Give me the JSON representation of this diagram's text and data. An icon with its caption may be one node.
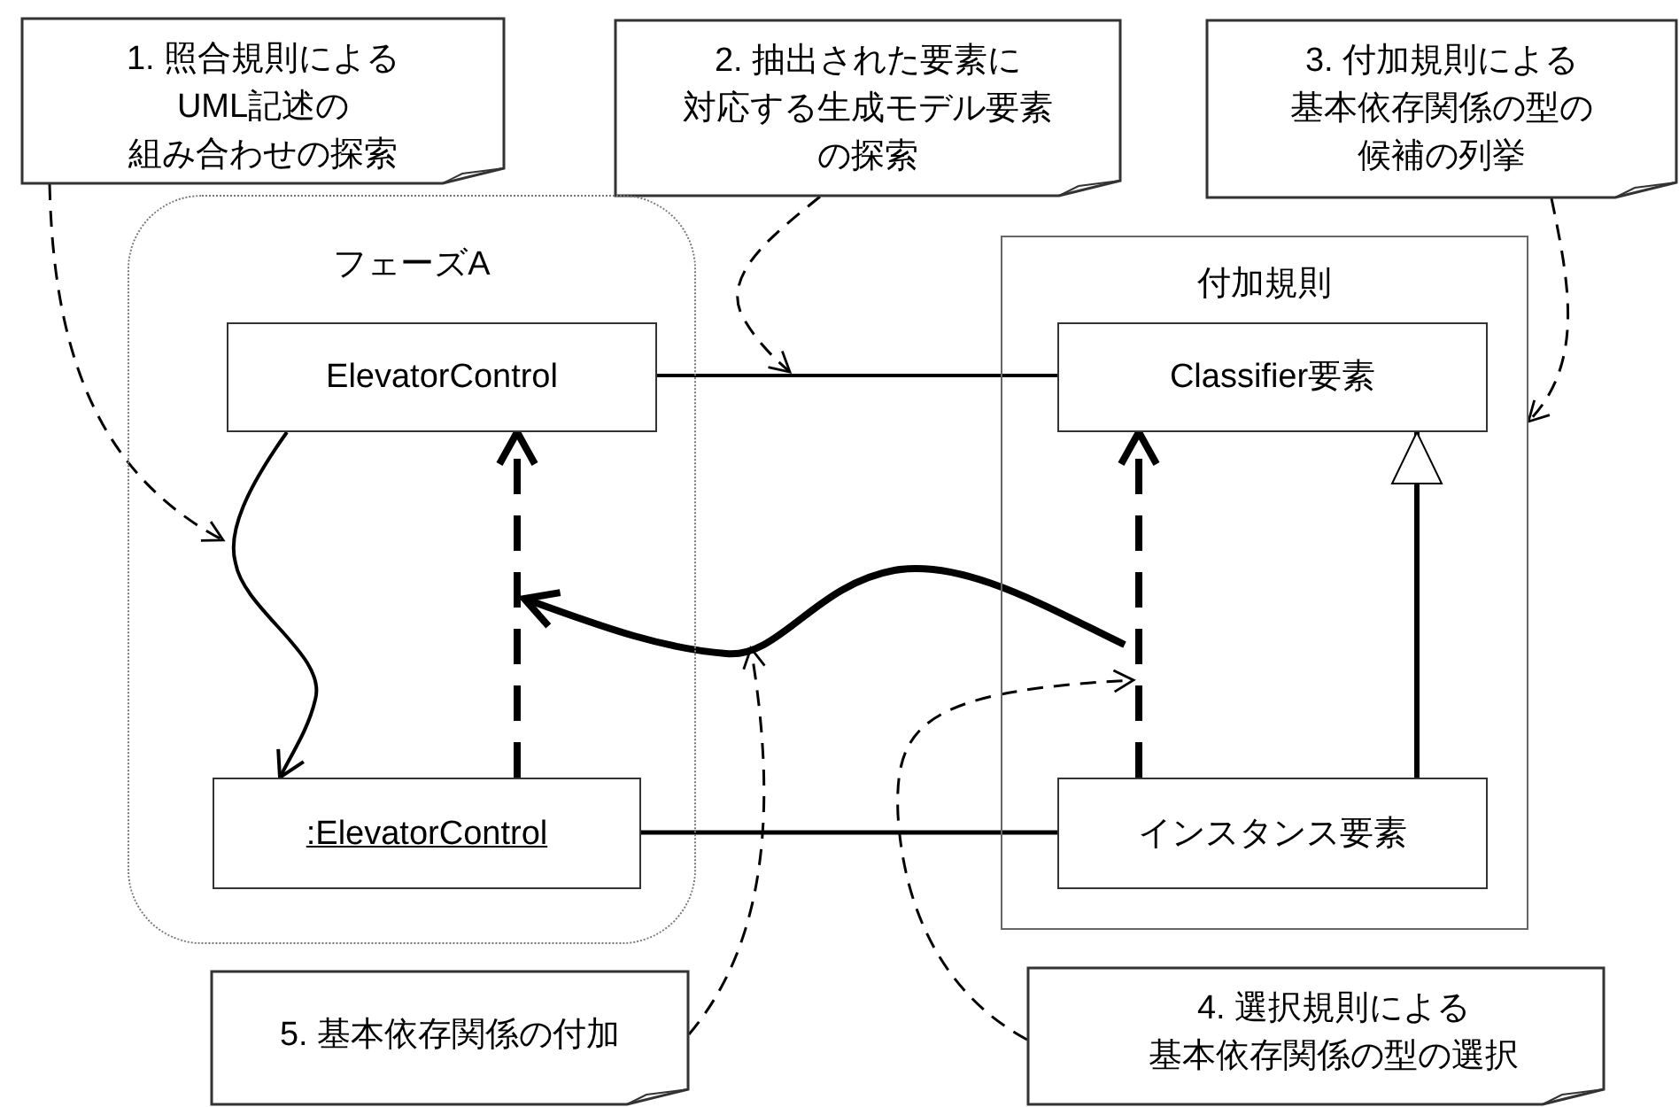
{
  "diagram": {
    "nodes": [
      {
        "text": [
          "1. 照合規則によるUML記述の組み合わせの探索"
        ]
      },
      {
        "text": [
          "2. 抽出された要素に対応する生成モデル要素の探索"
        ]
      },
      {
        "text": [
          "3. 付加規則による基本依存関係の型の候補の列挙"
        ]
      },
      {
        "text": [
          "フェーズA"
        ]
      },
      {
        "text": [
          "ElevatorControl"
        ],
        "in": 3
      },
      {
        "text": [
          ":ElevatorControl"
        ],
        "in": 3
      },
      {
        "text": [
          "付加規則"
        ]
      },
      {
        "text": [
          "Classifier要素"
        ],
        "in": 6
      },
      {
        "text": [
          "インスタンス要素"
        ],
        "in": 6
      },
      {
        "text": [
          "5. 基本依存関係の付加"
        ]
      },
      {
        "text": [
          "4. 選択規則による基本依存関係の型の選択"
        ]
      }
    ],
    "edges": [
      {
        "from": 4,
        "to": 5,
        "arrow": "to"
      },
      {
        "from": 5,
        "to": 4,
        "arrow": "to",
        "style": "dashed"
      },
      {
        "from": 4,
        "to": 7,
        "arrow": "none"
      },
      {
        "from": 5,
        "to": 8,
        "arrow": "none"
      },
      {
        "from": 8,
        "to": 7,
        "arrow": "to",
        "style": "dashed"
      },
      {
        "from": 8,
        "to": 7,
        "arrow": "to"
      },
      {
        "from": 0,
        "to": null,
        "arrow": "to",
        "style": "dashed"
      },
      {
        "from": 1,
        "to": null,
        "arrow": "to",
        "style": "dashed"
      },
      {
        "from": 2,
        "to": 6,
        "arrow": "to",
        "style": "dashed"
      },
      {
        "from": 10,
        "to": null,
        "arrow": "to",
        "style": "dashed"
      },
      {
        "from": 9,
        "to": null,
        "arrow": "to",
        "style": "dashed"
      }
    ]
  }
}
